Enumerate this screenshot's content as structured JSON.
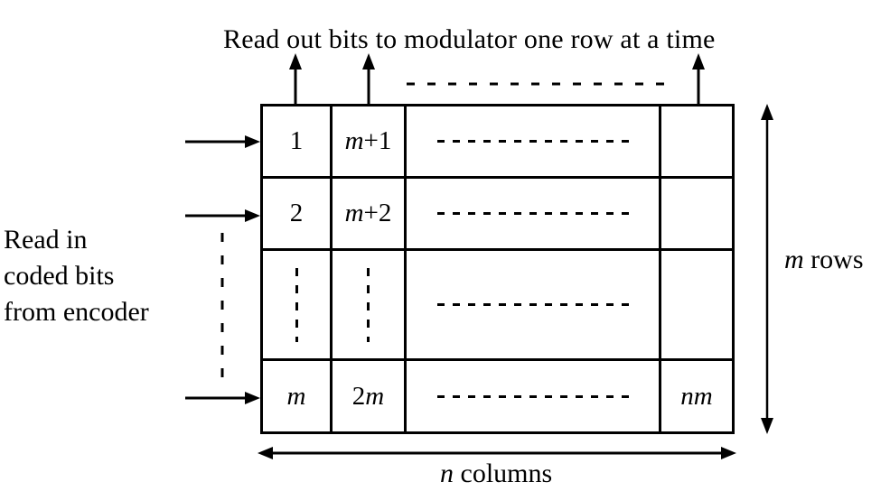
{
  "colors": {
    "ink": "#000000",
    "paper": "#ffffff"
  },
  "title": "Read out bits to modulator one row at a time",
  "left_label": {
    "line1": "Read in",
    "line2": "coded bits",
    "line3": "from encoder"
  },
  "right_label": {
    "var": "m",
    "rest": " rows"
  },
  "bottom_label": {
    "var": "n",
    "rest": " columns"
  },
  "matrix": {
    "rows": [
      {
        "cells": [
          {
            "pre": "1",
            "var": "",
            "post": ""
          },
          {
            "pre": "",
            "var": "m",
            "post": "+1"
          },
          {
            "ellipsis": "horizontal"
          },
          {
            "empty": true
          }
        ]
      },
      {
        "cells": [
          {
            "pre": "2",
            "var": "",
            "post": ""
          },
          {
            "pre": "",
            "var": "m",
            "post": "+2"
          },
          {
            "ellipsis": "horizontal"
          },
          {
            "empty": true
          }
        ]
      },
      {
        "cells": [
          {
            "ellipsis": "vertical"
          },
          {
            "ellipsis": "vertical"
          },
          {
            "ellipsis": "horizontal"
          },
          {
            "empty": true
          }
        ]
      },
      {
        "cells": [
          {
            "pre": "",
            "var": "m",
            "post": ""
          },
          {
            "pre": "2",
            "var": "m",
            "post": ""
          },
          {
            "ellipsis": "horizontal"
          },
          {
            "pre": "",
            "var": "nm",
            "post": ""
          }
        ]
      }
    ]
  }
}
